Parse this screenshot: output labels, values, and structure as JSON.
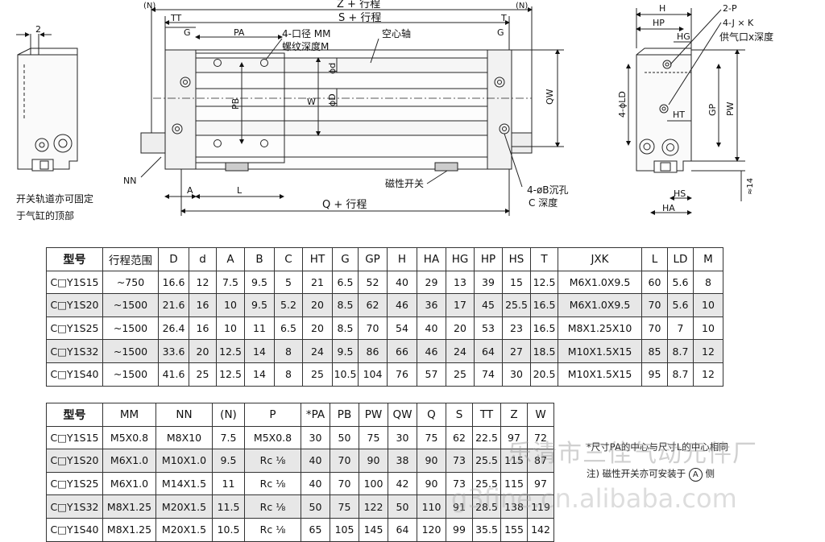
{
  "drawing": {
    "left": {
      "dim": "2",
      "caption_line1": "开关轨道亦可固定",
      "caption_line2": "于气缸的顶部"
    },
    "front": {
      "top_N": "(N)",
      "top_N_right": "(N)",
      "Z": "Z + 行程",
      "S": "S + 行程",
      "TT": "TT",
      "T": "T",
      "G_left": "G",
      "G_right": "G",
      "PA": "PA",
      "note_mm": "4-口径 MM",
      "note_thread": "螺纹深度M",
      "hollow": "空心轴",
      "phi_d": "ϕd",
      "phi_D": "ϕD",
      "W": "W",
      "PB": "PB",
      "QW": "QW",
      "NN": "NN",
      "A": "A",
      "L": "L",
      "magnet": "磁性开关",
      "Q": "Q + 行程",
      "hole": "4-øB沉孔",
      "depth": "C 深度"
    },
    "side": {
      "H": "H",
      "HP": "HP",
      "HG": "HG",
      "note_2P": "2-P",
      "note_JK": "4-J × K",
      "port": "供气口x深度",
      "LD": "4-ϕLD",
      "GP": "GP",
      "PW": "PW",
      "HT": "HT",
      "HS": "HS",
      "HA": "HA",
      "approx14": "≈14"
    }
  },
  "table1": {
    "headers": [
      "型号",
      "行程范围",
      "D",
      "d",
      "A",
      "B",
      "C",
      "HT",
      "G",
      "GP",
      "H",
      "HA",
      "HG",
      "HP",
      "HS",
      "T",
      "JXK",
      "L",
      "LD",
      "M"
    ],
    "rows": [
      [
        "C□Y1S15",
        "~750",
        "16.6",
        "12",
        "7.5",
        "9.5",
        "5",
        "21",
        "6.5",
        "52",
        "40",
        "29",
        "13",
        "39",
        "15",
        "12.5",
        "M6X1.0X9.5",
        "60",
        "5.6",
        "8"
      ],
      [
        "C□Y1S20",
        "~1500",
        "21.6",
        "16",
        "10",
        "9.5",
        "5.2",
        "20",
        "8.5",
        "62",
        "46",
        "36",
        "17",
        "45",
        "25.5",
        "16.5",
        "M6X1.0X9.5",
        "70",
        "5.6",
        "10"
      ],
      [
        "C□Y1S25",
        "~1500",
        "26.4",
        "16",
        "10",
        "11",
        "6.5",
        "20",
        "8.5",
        "70",
        "54",
        "40",
        "20",
        "53",
        "23",
        "16.5",
        "M8X1.25X10",
        "70",
        "7",
        "10"
      ],
      [
        "C□Y1S32",
        "~1500",
        "33.6",
        "20",
        "12.5",
        "14",
        "8",
        "24",
        "9.5",
        "86",
        "66",
        "46",
        "24",
        "64",
        "27",
        "18.5",
        "M10X1.5X15",
        "85",
        "8.7",
        "12"
      ],
      [
        "C□Y1S40",
        "~1500",
        "41.6",
        "25",
        "12.5",
        "14",
        "8",
        "25",
        "10.5",
        "104",
        "76",
        "57",
        "25",
        "74",
        "30",
        "20.5",
        "M10X1.5X15",
        "95",
        "8.7",
        "12"
      ]
    ]
  },
  "table2": {
    "headers": [
      "型号",
      "MM",
      "NN",
      "(N)",
      "P",
      "*PA",
      "PB",
      "PW",
      "QW",
      "Q",
      "S",
      "TT",
      "Z",
      "W"
    ],
    "rows": [
      [
        "C□Y1S15",
        "M5X0.8",
        "M8X10",
        "7.5",
        "M5X0.8",
        "30",
        "50",
        "75",
        "30",
        "75",
        "62",
        "22.5",
        "97",
        "72"
      ],
      [
        "C□Y1S20",
        "M6X1.0",
        "M10X1.0",
        "9.5",
        "Rc ⅛",
        "40",
        "70",
        "90",
        "38",
        "90",
        "73",
        "25.5",
        "115",
        "87"
      ],
      [
        "C□Y1S25",
        "M6X1.0",
        "M14X1.5",
        "11",
        "Rc ⅛",
        "40",
        "70",
        "100",
        "42",
        "90",
        "73",
        "25.5",
        "115",
        "97"
      ],
      [
        "C□Y1S32",
        "M8X1.25",
        "M20X1.5",
        "11.5",
        "Rc ⅛",
        "50",
        "75",
        "122",
        "50",
        "110",
        "91",
        "28.5",
        "138",
        "119"
      ],
      [
        "C□Y1S40",
        "M8X1.25",
        "M20X1.5",
        "10.5",
        "Rc ⅛",
        "65",
        "105",
        "145",
        "64",
        "120",
        "99",
        "35.5",
        "155",
        "142"
      ]
    ]
  },
  "notes": {
    "n1": "*尺寸PA的中心与尺寸L的中心相同",
    "n2_prefix": "注) 磁性开关亦可安装于",
    "n2_circle": "A",
    "n2_suffix": "侧"
  },
  "watermark": {
    "line1": "乐清市三佳气动元件厂",
    "line2": "g3fine.cn.alibaba.com"
  }
}
